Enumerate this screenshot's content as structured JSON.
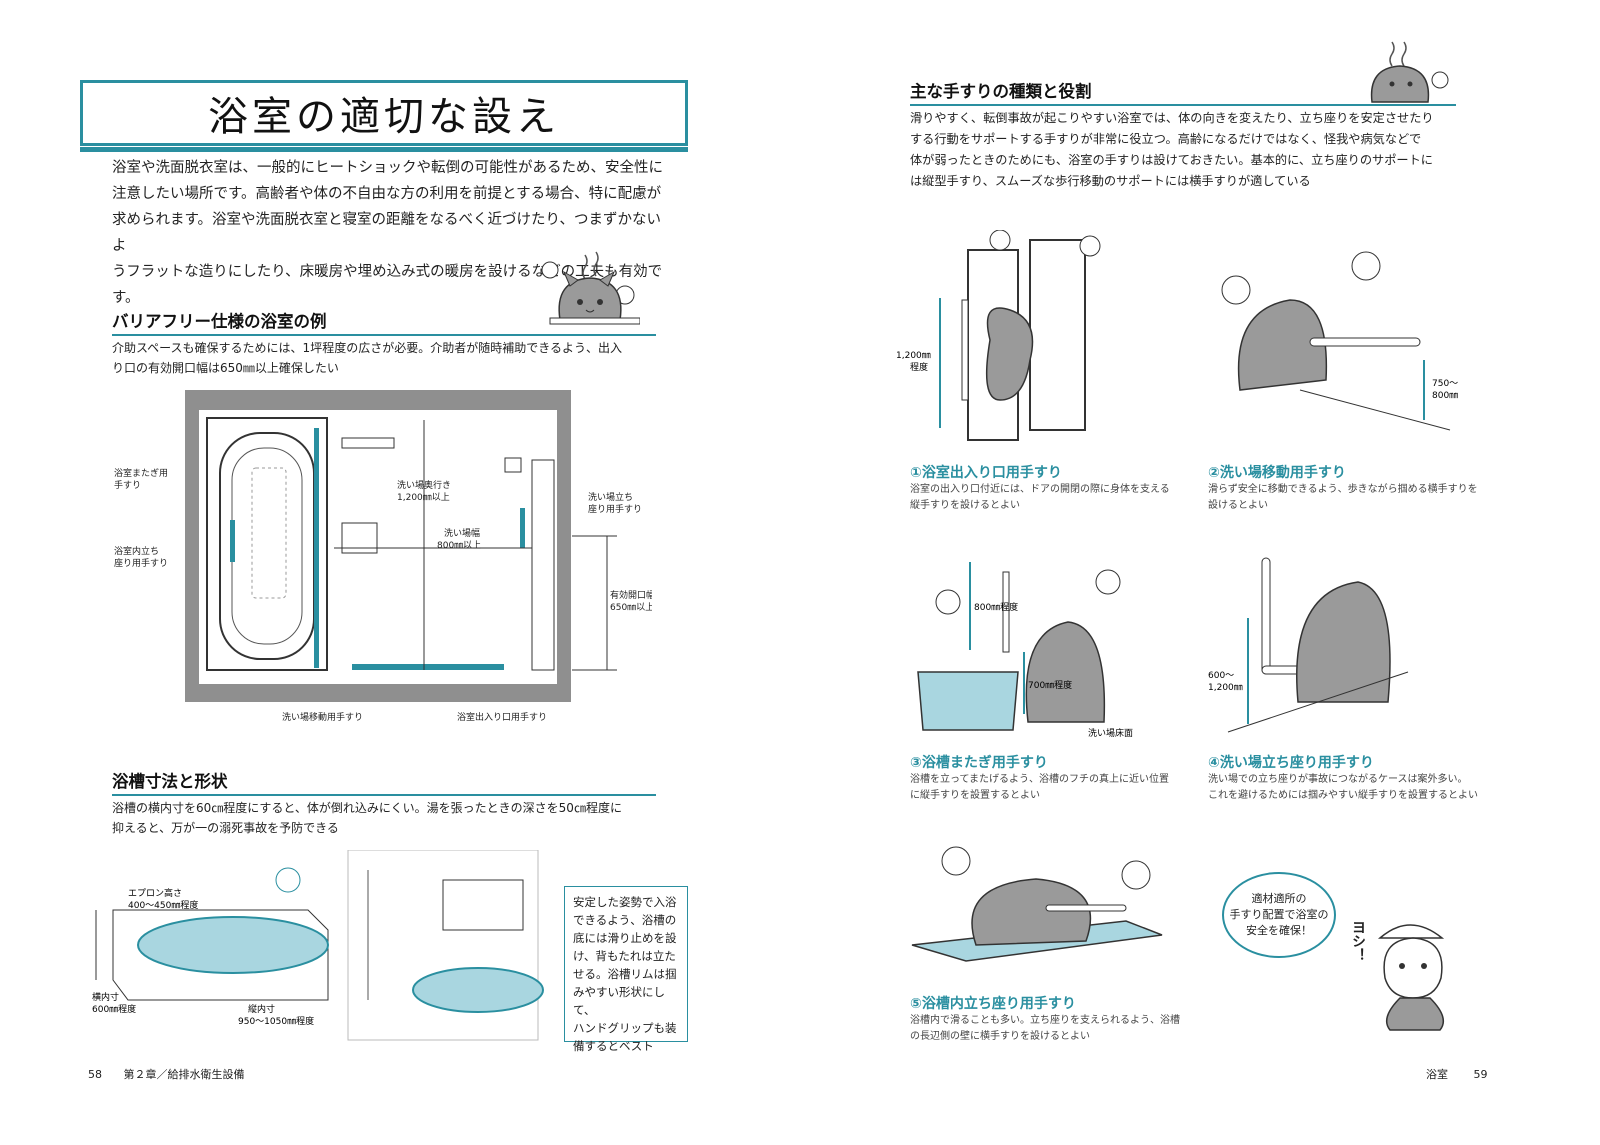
{
  "left": {
    "title": "浴室の適切な設え",
    "intro": [
      "浴室や洗面脱衣室は、一般的にヒートショックや転倒の可能性があるため、安全性に",
      "注意したい場所です。高齢者や体の不自由な方の利用を前提とする場合、特に配慮が",
      "求められます。浴室や洗面脱衣室と寝室の距離をなるべく近づけたり、つまずかないよ",
      "うフラットな造りにしたり、床暖房や埋め込み式の暖房を設けるなどの工夫も有効です。"
    ],
    "section1": {
      "heading": "バリアフリー仕様の浴室の例",
      "text": [
        "介助スペースも確保するためには、1坪程度の広さが必要。介助者が随時補助できるよう、出入",
        "り口の有効開口幅は650㎜以上確保したい"
      ],
      "plan_labels": {
        "tub_cross": [
          "浴室またぎ用",
          "手すり"
        ],
        "tub_stand": [
          "浴室内立ち",
          "座り用手すり"
        ],
        "wash_stand": [
          "洗い場立ち",
          "座り用手すり"
        ],
        "depth": [
          "洗い場奥行き",
          "1,200㎜以上"
        ],
        "width": [
          "洗い場幅",
          "800㎜以上"
        ],
        "opening": [
          "有効開口幅",
          "650㎜以上"
        ],
        "wash_move": "洗い場移動用手すり",
        "entrance": "浴室出入り口用手すり"
      }
    },
    "section2": {
      "heading": "浴槽寸法と形状",
      "text": [
        "浴槽の横内寸を60㎝程度にすると、体が倒れ込みにくい。湯を張ったときの深さを50㎝程度に",
        "抑えると、万が一の溺死事故を予防できる"
      ],
      "dims": {
        "apron": [
          "エプロン高さ",
          "400〜450㎜程度"
        ],
        "width": [
          "横内寸",
          "600㎜程度"
        ],
        "length": [
          "縦内寸",
          "950〜1050㎜程度"
        ]
      },
      "note": [
        "安定した姿勢で入浴",
        "できるよう、浴槽の",
        "底には滑り止めを設",
        "け、背もたれは立た",
        "せる。浴槽リムは掴",
        "みやすい形状にして、",
        "ハンドグリップも装",
        "備するとベスト"
      ]
    },
    "footer": {
      "page": "58",
      "chapter": "第２章／給排水衛生設備"
    }
  },
  "right": {
    "heading": "主な手すりの種類と役割",
    "intro": [
      "滑りやすく、転倒事故が起こりやすい浴室では、体の向きを変えたり、立ち座りを安定させたり",
      "する行動をサポートする手すりが非常に役立つ。高齢になるだけではなく、怪我や病気などで",
      "体が弱ったときのためにも、浴室の手すりは設けておきたい。基本的に、立ち座りのサポートに",
      "は縦型手すり、スムーズな歩行移動のサポートには横手すりが適している"
    ],
    "items": [
      {
        "title": "①浴室出入り口用手すり",
        "text": [
          "浴室の出入り口付近には、ドアの開閉の際に身体を支える",
          "縦手すりを設けるとよい"
        ],
        "dim": [
          "1,200㎜",
          "程度"
        ]
      },
      {
        "title": "②洗い場移動用手すり",
        "text": [
          "滑らず安全に移動できるよう、歩きながら掴める横手すりを",
          "設けるとよい"
        ],
        "dim": [
          "750〜",
          "800㎜"
        ]
      },
      {
        "title": "③浴槽またぎ用手すり",
        "text": [
          "浴槽を立ってまたげるよう、浴槽のフチの真上に近い位置",
          "に縦手すりを設置するとよい"
        ],
        "dim": [
          "800㎜程度",
          "700㎜程度",
          "洗い場床面"
        ]
      },
      {
        "title": "④洗い場立ち座り用手すり",
        "text": [
          "洗い場での立ち座りが事故につながるケースは案外多い。",
          "これを避けるためには掴みやすい縦手すりを設置するとよい"
        ],
        "dim": [
          "600〜",
          "1,200㎜"
        ]
      },
      {
        "title": "⑤浴槽内立ち座り用手すり",
        "text": [
          "浴槽内で滑ることも多い。立ち座りを支えられるよう、浴槽",
          "の長辺側の壁に横手すりを設けるとよい"
        ]
      }
    ],
    "bubble": [
      "適材適所の",
      "手すり配置で浴室の",
      "安全を確保！"
    ],
    "cat_shout": "ヨシ！",
    "footer": {
      "section": "浴室",
      "page": "59"
    }
  },
  "colors": {
    "accent": "#2a8fa0",
    "water": "#a9d6e0",
    "fur": "#8a8a8a"
  }
}
